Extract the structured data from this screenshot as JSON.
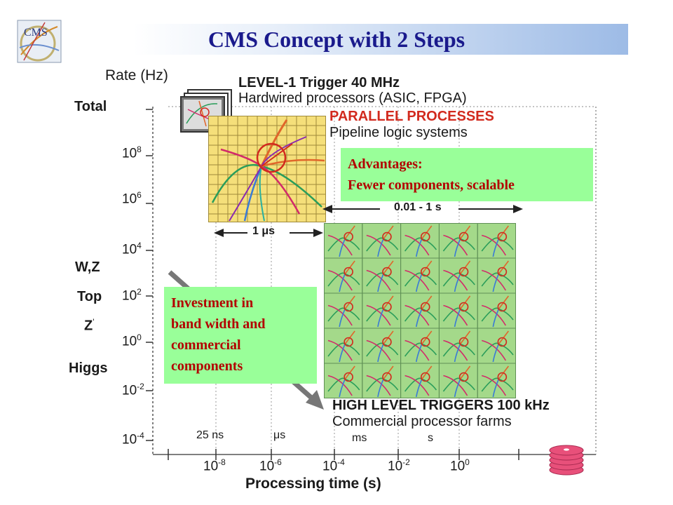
{
  "title": "CMS Concept with 2 Steps",
  "logo": {
    "text": "CMS",
    "icon": "cms-logo-icon"
  },
  "y_axis": {
    "label": "Rate (Hz)",
    "ticks": [
      {
        "base": "10",
        "exp": "8"
      },
      {
        "base": "10",
        "exp": "6"
      },
      {
        "base": "10",
        "exp": "4"
      },
      {
        "base": "10",
        "exp": "2"
      },
      {
        "base": "10",
        "exp": "0"
      },
      {
        "base": "10",
        "exp": "-2"
      },
      {
        "base": "10",
        "exp": "-4"
      }
    ],
    "physics_labels": {
      "total": "Total",
      "wz": "W,Z",
      "top": "Top",
      "zprime": "Z",
      "zprime_mark": "'",
      "higgs": "Higgs"
    }
  },
  "x_axis": {
    "label": "Processing time (s)",
    "ticks": [
      {
        "base": "10",
        "exp": "-8"
      },
      {
        "base": "10",
        "exp": "-6"
      },
      {
        "base": "10",
        "exp": "-4"
      },
      {
        "base": "10",
        "exp": "-2"
      },
      {
        "base": "10",
        "exp": "0"
      }
    ],
    "unit_labels": {
      "ns": "25 ns",
      "us": "μs",
      "ms": "ms",
      "s": "s"
    }
  },
  "level1": {
    "title": "LEVEL-1 Trigger 40 MHz",
    "subtitle": "Hardwired processors  (ASIC, FPGA)",
    "parallel": "PARALLEL PROCESSES",
    "pipeline": "Pipeline logic systems",
    "time_span": "1 μs",
    "colors": {
      "grid_bg": "#f5df7a",
      "grid_line": "#a08a3a"
    }
  },
  "hlt": {
    "title": "HIGH LEVEL TRIGGERS 100 kHz",
    "subtitle": "Commercial processor farms",
    "time_span": "0.01 - 1 s",
    "colors": {
      "cell_bg": "#a4d98a",
      "cell_line": "#5f8f55"
    }
  },
  "boxes": {
    "advantages": {
      "line1": "Advantages:",
      "line2": "Fewer components, scalable"
    },
    "investment": {
      "line1": "Investment in",
      "line2": "band width and",
      "line3": "commercial",
      "line4": "components"
    }
  },
  "colors": {
    "title": "#1a1a8c",
    "red_text": "#d22a1e",
    "box_fill": "#99ff99",
    "box_text": "#b30000",
    "disk": "#e8507a"
  }
}
